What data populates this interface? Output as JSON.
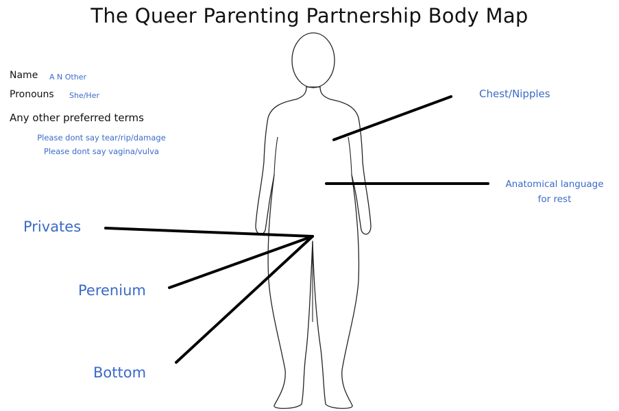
{
  "title": "The Queer Parenting Partnership Body Map",
  "info": {
    "name_label": "Name",
    "name_value": "A N Other",
    "pronouns_label": "Pronouns",
    "pronouns_value": "She/Her",
    "preferred_terms_label": "Any other preferred terms",
    "notes": [
      "Please dont say tear/rip/damage",
      "Please dont say vagina/vulva"
    ]
  },
  "callouts": {
    "chest": "Chest/Nipples",
    "anatomical_line1": "Anatomical language",
    "anatomical_line2": "for rest",
    "privates": "Privates",
    "perenium": "Perenium",
    "bottom": "Bottom"
  },
  "colors": {
    "annotation_blue": "#3a69c8",
    "outline": "#222222",
    "leader_line": "#000000"
  }
}
